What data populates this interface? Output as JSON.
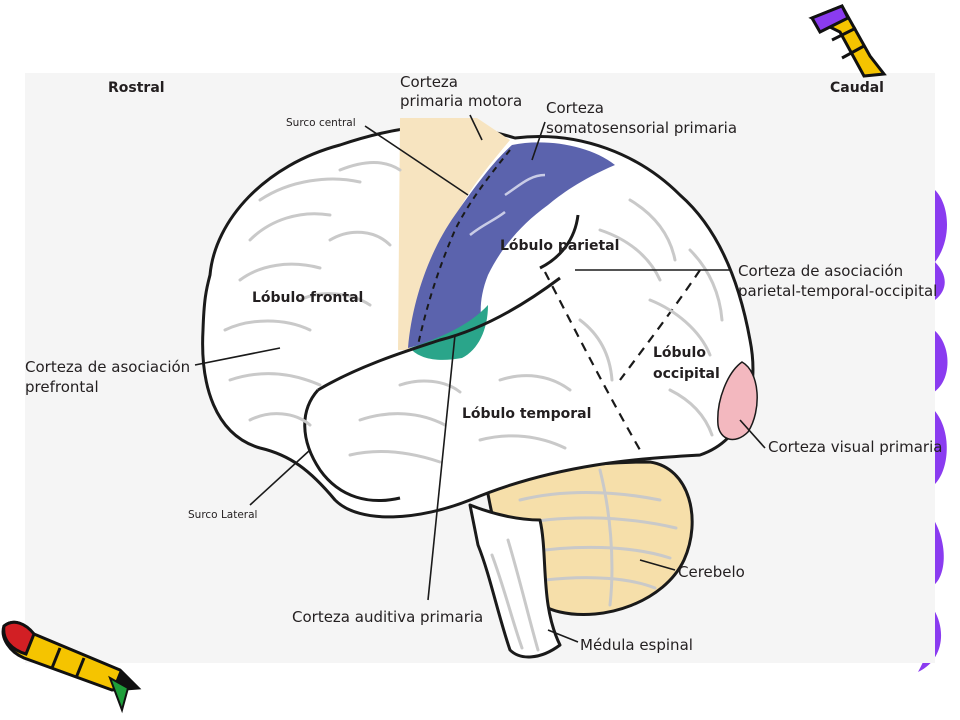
{
  "directions": {
    "rostral": "Rostral",
    "caudal": "Caudal"
  },
  "labels": {
    "motor_cortex": [
      "Corteza",
      "primaria motora"
    ],
    "central_sulcus": "Surco central",
    "somatosensory_cortex": [
      "Corteza",
      "somatosensorial primaria"
    ],
    "parietal_lobe": "Lóbulo parietal",
    "association_cortex_pto": [
      "Corteza de asociación",
      "parietal-temporal-occipital"
    ],
    "frontal_lobe": "Lóbulo frontal",
    "prefrontal_association": [
      "Corteza de asociación",
      "prefrontal"
    ],
    "occipital_lobe": [
      "Lóbulo",
      "occipital"
    ],
    "temporal_lobe": "Lóbulo temporal",
    "visual_cortex": "Corteza visual primaria",
    "lateral_sulcus": "Surco Lateral",
    "cerebellum": "Cerebelo",
    "auditory_cortex": "Corteza auditiva primaria",
    "spinal_cord": "Médula espinal"
  },
  "colors": {
    "motor_cortex": "#f7e4c0",
    "somatosensory_cortex": "#5b63ad",
    "auditory_cortex": "#2aa58a",
    "visual_cortex": "#f3b8bf",
    "cerebellum": "#f6dfaa",
    "brainstem": "#ffffff",
    "panel_background": "#f5f5f5",
    "decor_purple": "#8a3bf0",
    "decor_yellow": "#f5c400",
    "decor_red": "#d21f24"
  },
  "decor": {
    "top_right_icon": "pencil-icon",
    "bottom_left_icon": "pencil-icon",
    "right_edge": "purple-brush-strokes"
  }
}
